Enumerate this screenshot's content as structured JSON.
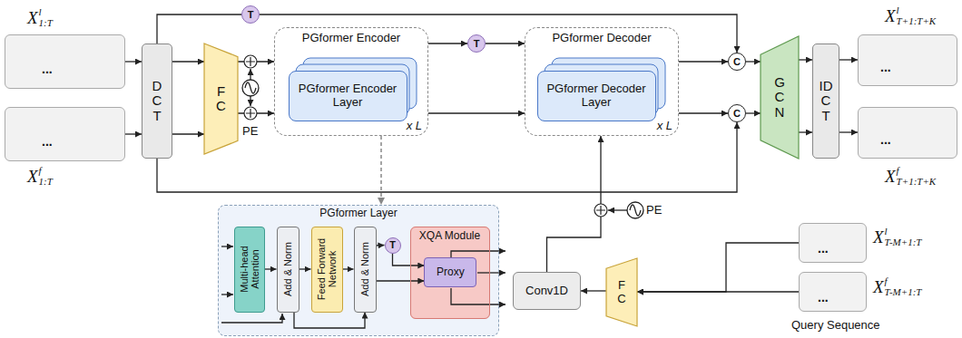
{
  "diagram": {
    "nodes": [
      {
        "text": [
          "..."
        ]
      },
      {
        "text": [
          "..."
        ]
      },
      {
        "text": [
          "DCT"
        ]
      },
      {
        "text": [
          "FC"
        ]
      },
      {
        "text": [
          "T"
        ]
      },
      {
        "text": [
          "PGformer Encoder",
          "x L"
        ]
      },
      {
        "text": [
          "PGformer Encoder Layer"
        ],
        "in": 5
      },
      {
        "text": [
          "T"
        ]
      },
      {
        "text": [
          "PGformer Decoder",
          "x L"
        ]
      },
      {
        "text": [
          "PGformer Decoder Layer"
        ],
        "in": 8
      },
      {
        "text": [
          "C"
        ]
      },
      {
        "text": [
          "C"
        ]
      },
      {
        "text": [
          "GCN"
        ]
      },
      {
        "text": [
          "IDCT"
        ]
      },
      {
        "text": [
          "..."
        ]
      },
      {
        "text": [
          "..."
        ]
      },
      {
        "text": [
          "PGformer Layer"
        ]
      },
      {
        "text": [
          "Multi-head Attention"
        ],
        "in": 16
      },
      {
        "text": [
          "Add & Norm"
        ],
        "in": 16
      },
      {
        "text": [
          "Feed Forward Network"
        ],
        "in": 16
      },
      {
        "text": [
          "Add & Norm"
        ],
        "in": 16
      },
      {
        "text": [
          "T"
        ],
        "in": 16
      },
      {
        "text": [
          "XQA Module"
        ],
        "in": 16
      },
      {
        "text": [
          "Proxy"
        ],
        "in": 22
      },
      {
        "text": [
          "Conv1D"
        ]
      },
      {
        "text": [
          "FC"
        ]
      },
      {
        "text": [
          "..."
        ]
      },
      {
        "text": [
          "..."
        ]
      }
    ],
    "edges": [
      {
        "from": 0,
        "to": 2,
        "arrow": "to"
      },
      {
        "from": 1,
        "to": 2,
        "arrow": "to"
      },
      {
        "from": 2,
        "to": 3,
        "arrow": "to"
      },
      {
        "from": 2,
        "to": 3,
        "arrow": "to"
      },
      {
        "from": 3,
        "to": 5,
        "arrow": "to"
      },
      {
        "from": 3,
        "to": 5,
        "arrow": "to"
      },
      {
        "from": 2,
        "to": 4,
        "arrow": "none"
      },
      {
        "from": 4,
        "to": 10,
        "arrow": "to"
      },
      {
        "from": 5,
        "to": 7,
        "arrow": "to"
      },
      {
        "from": 7,
        "to": 8,
        "arrow": "to"
      },
      {
        "from": 5,
        "to": 8,
        "arrow": "to"
      },
      {
        "from": 8,
        "to": 10,
        "arrow": "to"
      },
      {
        "from": 8,
        "to": 11,
        "arrow": "to"
      },
      {
        "from": 10,
        "to": 12,
        "arrow": "to"
      },
      {
        "from": 11,
        "to": 12,
        "arrow": "to"
      },
      {
        "from": 12,
        "to": 13,
        "arrow": "to"
      },
      {
        "from": 12,
        "to": 13,
        "arrow": "to"
      },
      {
        "from": 13,
        "to": 14,
        "arrow": "to"
      },
      {
        "from": 13,
        "to": 15,
        "arrow": "to"
      },
      {
        "from": 2,
        "to": 11,
        "arrow": "to"
      },
      {
        "from": 26,
        "to": 25,
        "arrow": "to"
      },
      {
        "from": 27,
        "to": 25,
        "arrow": "to"
      },
      {
        "from": 25,
        "to": 24,
        "arrow": "to"
      },
      {
        "from": 24,
        "to": 8,
        "arrow": "to"
      },
      {
        "from": 5,
        "to": 16,
        "arrow": "to"
      },
      {
        "from": 17,
        "to": 18,
        "arrow": "to"
      },
      {
        "from": 18,
        "to": 19,
        "arrow": "to"
      },
      {
        "from": 18,
        "to": 20,
        "arrow": "to"
      },
      {
        "from": 19,
        "to": 20,
        "arrow": "to"
      },
      {
        "from": 20,
        "to": 21,
        "arrow": "to"
      },
      {
        "from": 21,
        "to": 23,
        "arrow": "to"
      },
      {
        "from": 20,
        "to": 23,
        "arrow": "to"
      }
    ],
    "labels": [
      "X",
      "l",
      "1:T",
      "X",
      "f",
      "1:T",
      "X",
      "l",
      "T+1:T+K",
      "X",
      "f",
      "T+1:T+K",
      "X",
      "l",
      "T-M+1:T",
      "X",
      "f",
      "T-M+1:T",
      "PE",
      "PE",
      "Query Sequence"
    ]
  }
}
